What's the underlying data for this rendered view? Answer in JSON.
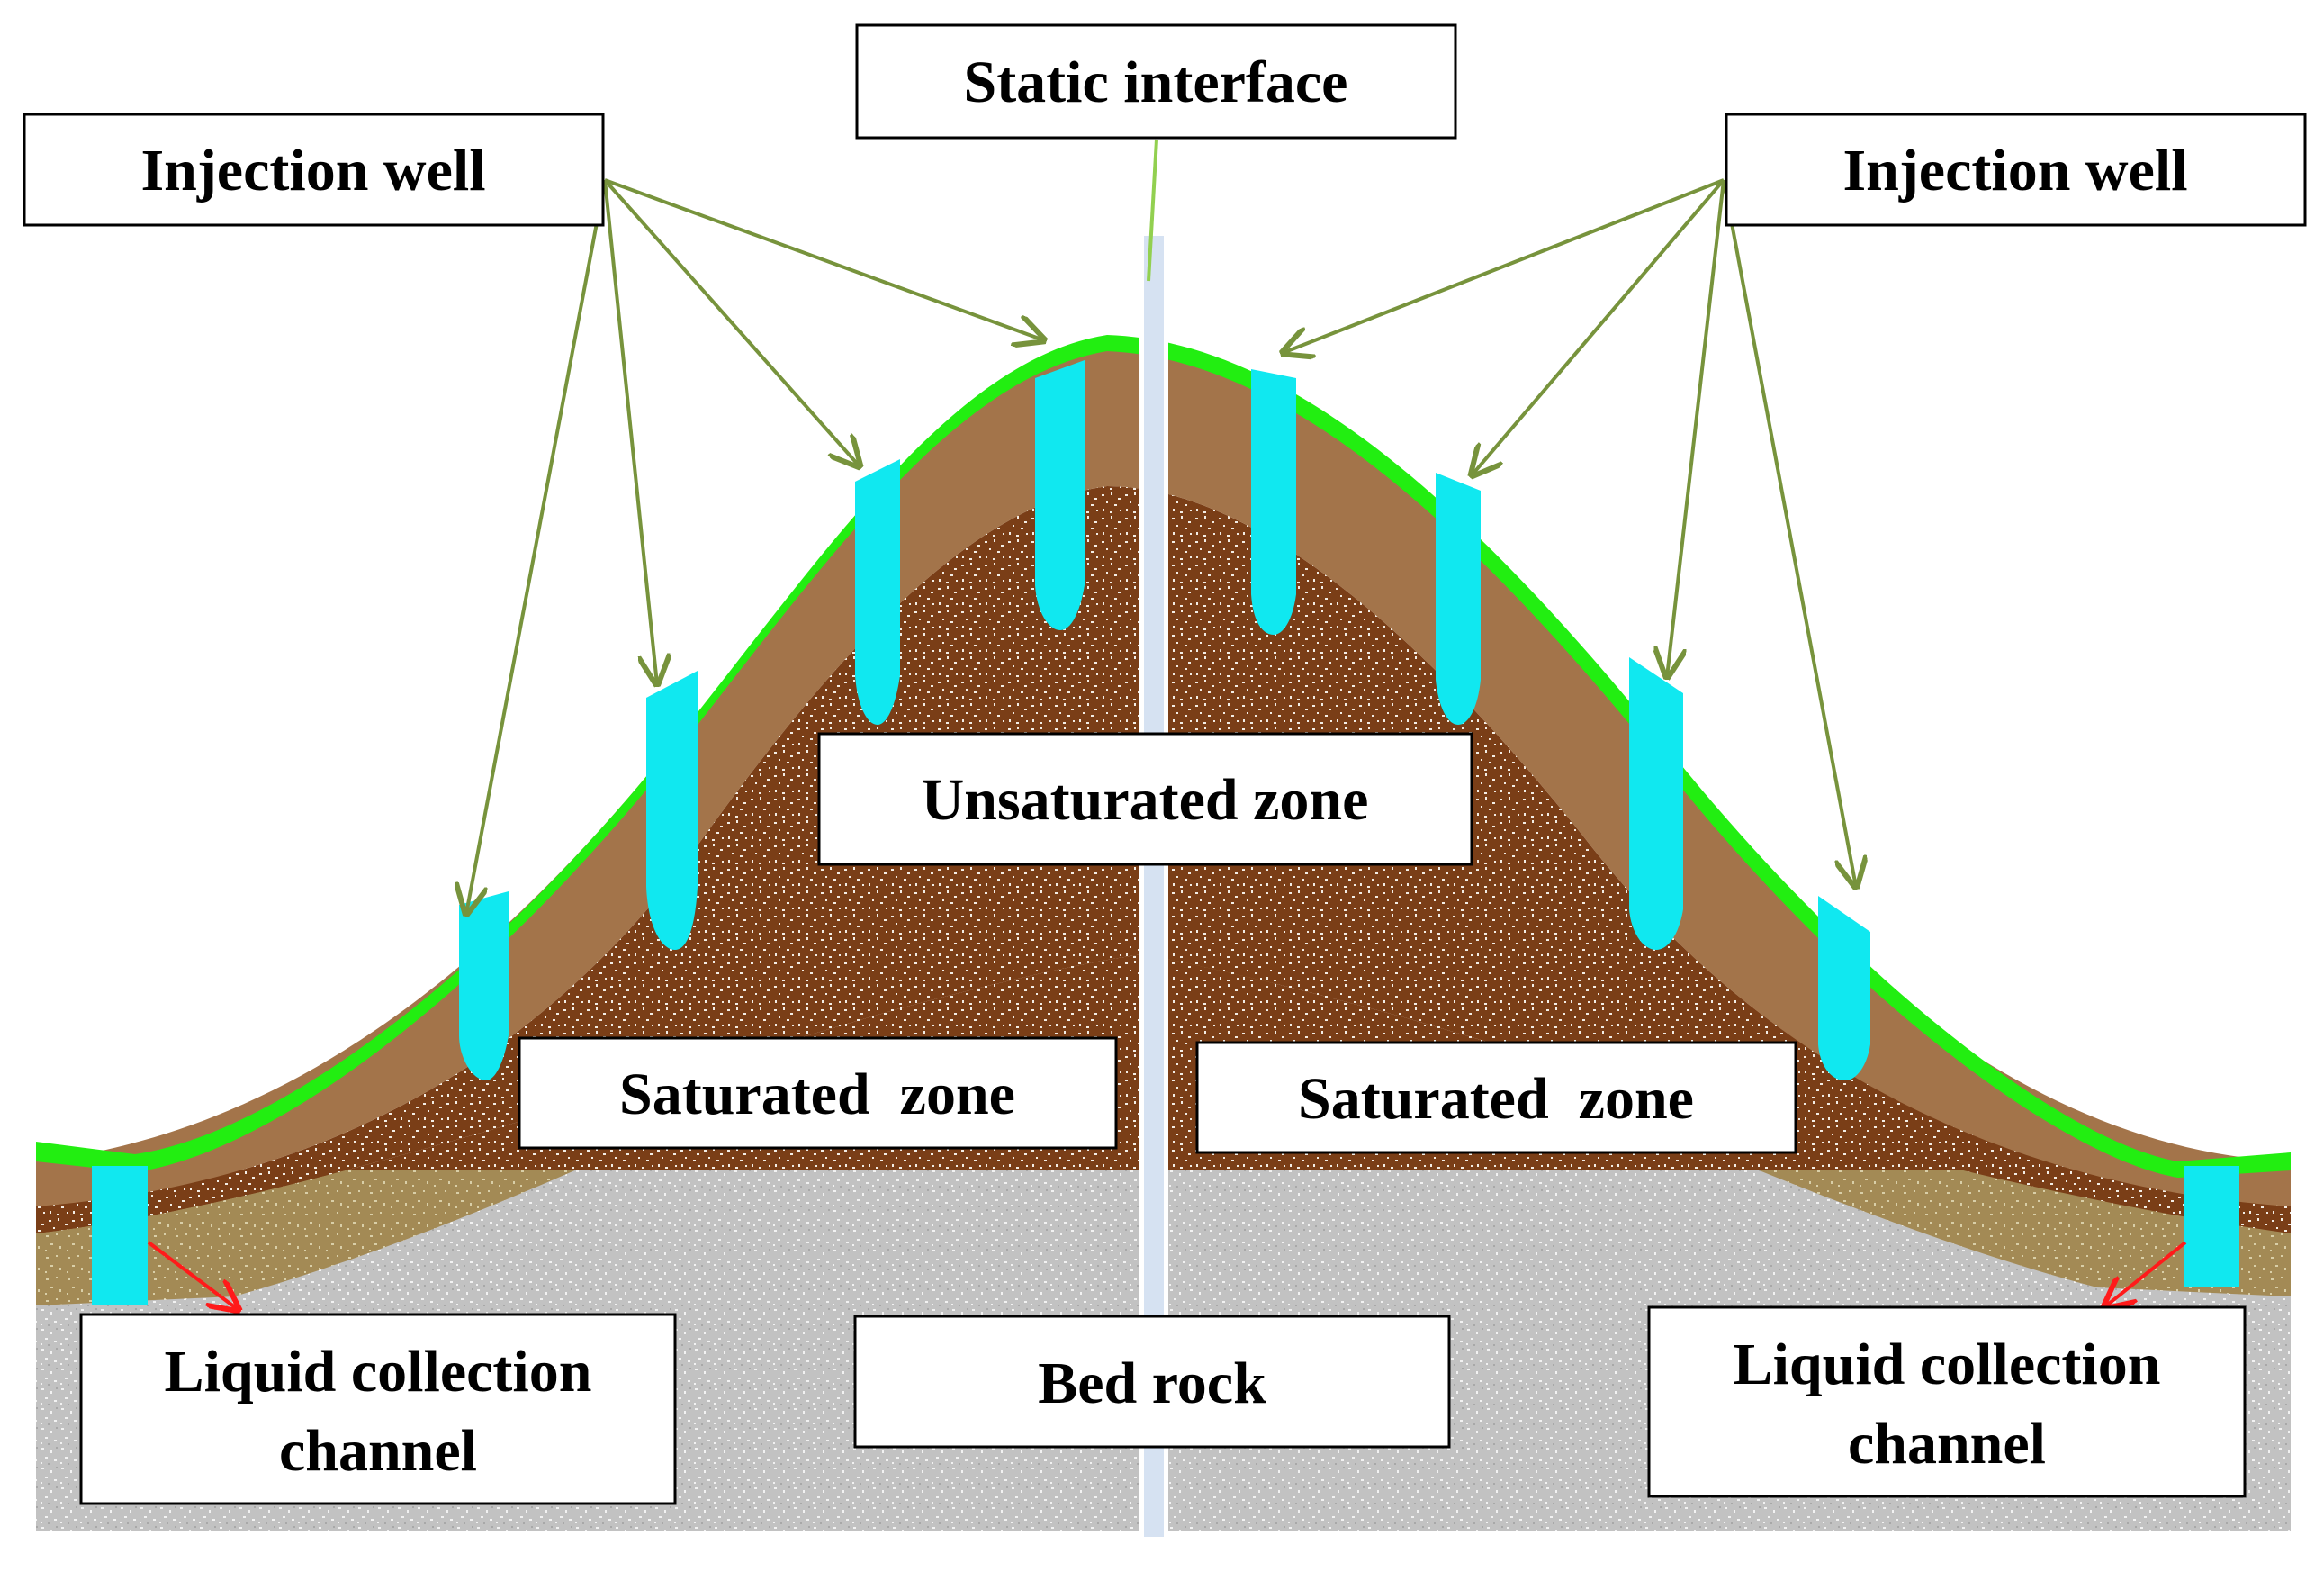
{
  "labels": {
    "static_interface": "Static interface",
    "injection_well_left": "Injection well",
    "injection_well_right": "Injection well",
    "unsaturated_zone": "Unsaturated zone",
    "saturated_zone_left": "Saturated  zone",
    "saturated_zone_right": "Saturated  zone",
    "bed_rock": "Bed rock",
    "liquid_collection_left": [
      "Liquid collection",
      "channel"
    ],
    "liquid_collection_right": [
      "Liquid collection",
      "channel"
    ]
  },
  "colors": {
    "cover": "#22ee11",
    "brown_layer": "#a3744a",
    "dark_waste": "#7a3e17",
    "saturated": "#a38a55",
    "bedrock": "#c2c2c2",
    "well": "#10e8f0",
    "arrow_green": "#77933c",
    "arrow_red": "#ff1a1a",
    "interface": "#d6e2f2"
  }
}
